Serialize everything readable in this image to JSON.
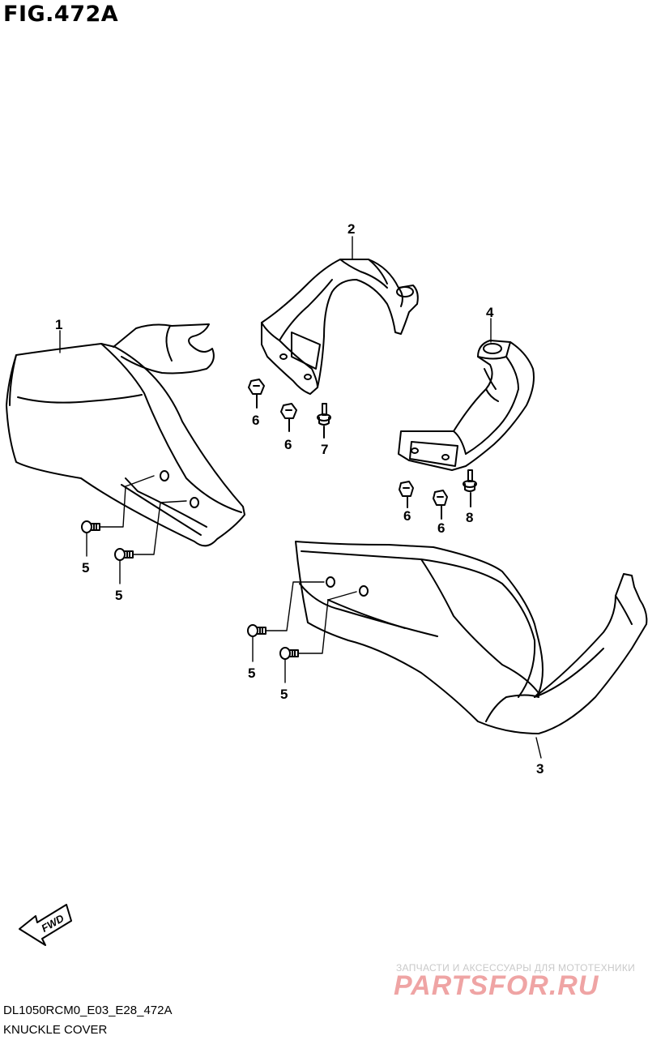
{
  "figure": {
    "title": "FIG.472A",
    "code": "DL1050RCM0_E03_E28_472A",
    "name": "KNUCKLE COVER"
  },
  "fwd_label": "FWD",
  "watermark": {
    "tagline": "ЗАПЧАСТИ И АКСЕССУАРЫ ДЛЯ МОТОТЕХНИКИ",
    "logo": "PARTSFOR.RU",
    "logo_color": "#e25a5a"
  },
  "callouts": {
    "c1": "1",
    "c2": "2",
    "c3": "3",
    "c4": "4",
    "c5a": "5",
    "c5b": "5",
    "c5c": "5",
    "c5d": "5",
    "c6a": "6",
    "c6b": "6",
    "c6c": "6",
    "c6d": "6",
    "c7": "7",
    "c8": "8"
  }
}
